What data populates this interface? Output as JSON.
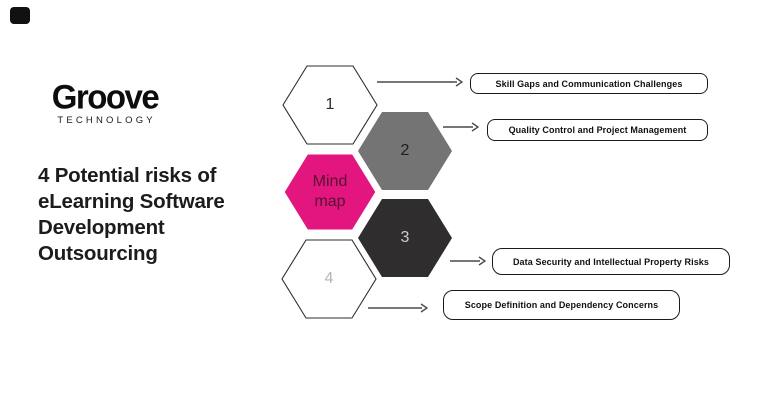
{
  "slide": {
    "background_color": "#ffffff",
    "corner_mark": {
      "color": "#111111"
    },
    "logo": {
      "name": "Groove",
      "subtitle": "TECHNOLOGY"
    },
    "title": {
      "lines": [
        "4 Potential risks of",
        "eLearning Software",
        "Development",
        "Outsourcing"
      ]
    },
    "mindmap": {
      "center": {
        "label": "Mind\nmap",
        "fill": "#e3157e",
        "text_color": "#571233",
        "outline": "#ffffff"
      },
      "arrow_color": "#4a4a4a",
      "hexagons": [
        {
          "number": "1",
          "fill": "#ffffff",
          "stroke": "#2e2e2e",
          "number_color": "#2b2b2b",
          "risk": "Skill Gaps and Communication Challenges"
        },
        {
          "number": "2",
          "fill": "#747474",
          "stroke": "none",
          "number_color": "#1f1f1f",
          "risk": "Quality Control and Project Management"
        },
        {
          "number": "3",
          "fill": "#2f2d2e",
          "stroke": "none",
          "number_color": "#cccccc",
          "risk": "Data Security and Intellectual Property Risks"
        },
        {
          "number": "4",
          "fill": "#ffffff",
          "stroke": "#2e2e2e",
          "number_color": "#b5b5b5",
          "risk": "Scope Definition and Dependency Concerns"
        }
      ]
    }
  }
}
